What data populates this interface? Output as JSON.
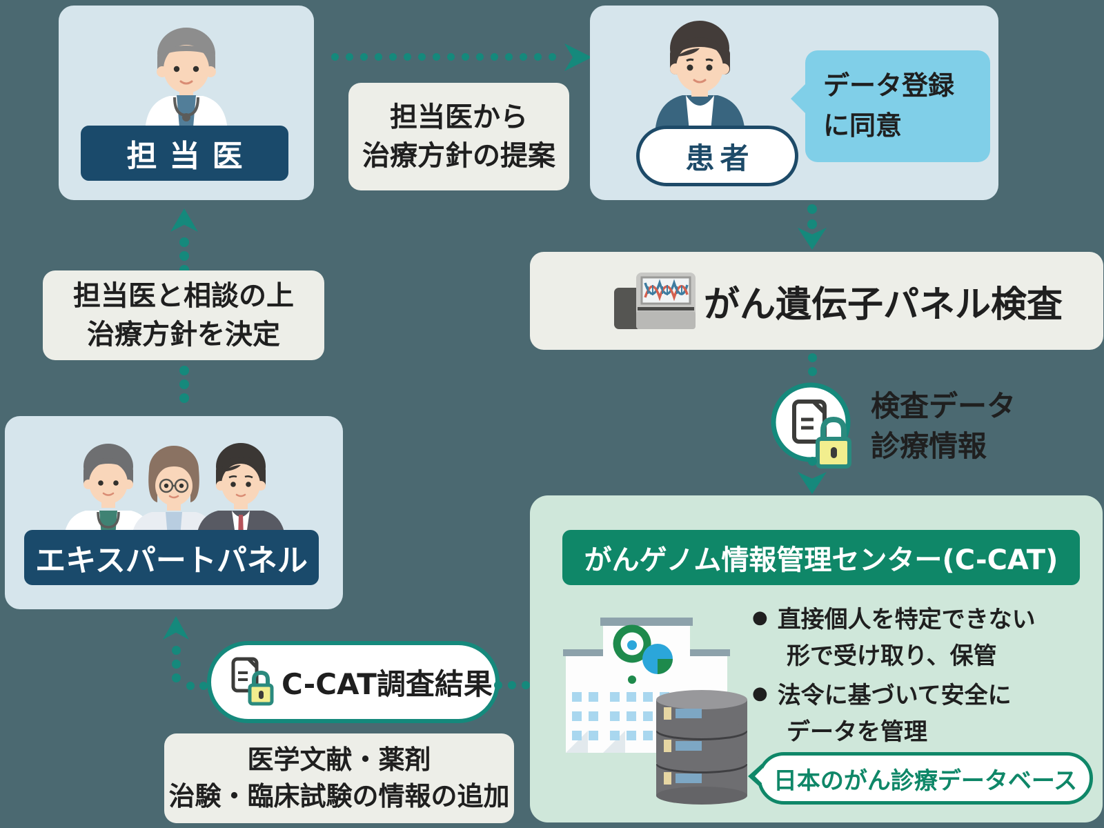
{
  "palette": {
    "background": "#4b6971",
    "panel_light_blue": "#d6e5ec",
    "panel_beige": "#edeee8",
    "panel_mint": "#cfe7da",
    "navy": "#1a4a6b",
    "accent_teal_arrow": "#15897c",
    "green_dark": "#0f8768",
    "bubble_blue": "#80cfe8",
    "lock_yellow": "#f2ee8e"
  },
  "icons": {
    "test_data_file": "document-lock-icon",
    "ccat_result_file": "document-lock-icon",
    "panel_test_machine": "dna-sequencer-icon",
    "ccat_building": "ccat-building-icon",
    "ccat_database": "database-stack-icon"
  },
  "nodes": {
    "doctor": {
      "label": "担当医"
    },
    "proposal": {
      "line1": "担当医から",
      "line2": "治療方針の提案"
    },
    "patient": {
      "label": "患者",
      "bubble_line1": "データ登録",
      "bubble_line2": "に同意"
    },
    "panel_test": {
      "label": "がん遺伝子パネル検査"
    },
    "test_data": {
      "line1": "検査データ",
      "line2": "診療情報"
    },
    "ccat": {
      "title": "がんゲノム情報管理センター(C-CAT)",
      "bullets": [
        {
          "marker": "●",
          "text": "直接個人を特定できない"
        },
        {
          "marker": "",
          "text": "形で受け取り、保管"
        },
        {
          "marker": "●",
          "text": "法令に基づいて安全に"
        },
        {
          "marker": "",
          "text": "データを管理"
        }
      ],
      "db_label": "日本のがん診療データベース"
    },
    "consult": {
      "line1": "担当医と相談の上",
      "line2": "治療方針を決定"
    },
    "expert_panel": {
      "label": "エキスパートパネル"
    },
    "ccat_result": {
      "label": "C-CAT調査結果"
    },
    "additional_info": {
      "line1": "医学文献・薬剤",
      "line2": "治験・臨床試験の情報の追加"
    }
  }
}
